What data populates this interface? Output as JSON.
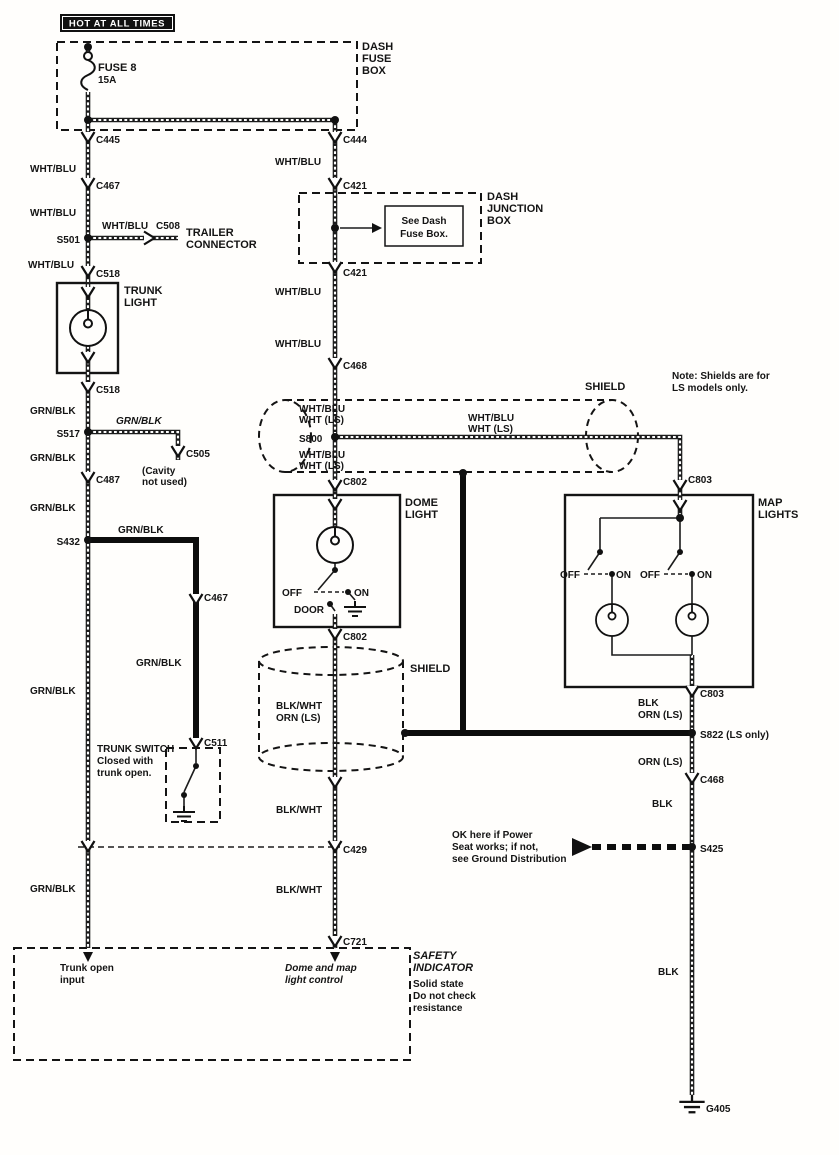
{
  "header": {
    "hot": "HOT AT ALL TIMES"
  },
  "fuse": {
    "name": "FUSE 8",
    "rating": "15A"
  },
  "boxes": {
    "fuse_box": {
      "l1": "DASH",
      "l2": "FUSE",
      "l3": "BOX"
    },
    "junction_box": {
      "l1": "DASH",
      "l2": "JUNCTION",
      "l3": "BOX",
      "see1": "See Dash",
      "see2": "Fuse Box."
    },
    "trunk_light": {
      "l1": "TRUNK",
      "l2": "LIGHT"
    },
    "dome_light": {
      "l1": "DOME",
      "l2": "LIGHT"
    },
    "map_lights": {
      "l1": "MAP",
      "l2": "LIGHTS"
    },
    "trunk_switch": {
      "l1": "TRUNK SWITCH",
      "l2": "Closed with",
      "l3": "trunk open."
    },
    "safety": {
      "t1": "SAFETY",
      "t2": "INDICATOR",
      "s1": "Solid state",
      "s2": "Do not check",
      "s3": "resistance",
      "in1": "Trunk open",
      "in2": "input",
      "in3": "Dome and map",
      "in4": "light control"
    }
  },
  "switch": {
    "off": "OFF",
    "on": "ON",
    "door": "DOOR"
  },
  "shield": {
    "label": "SHIELD"
  },
  "wires": {
    "wht_blu": "WHT/BLU",
    "wht_ls": "WHT (LS)",
    "grn_blk": "GRN/BLK",
    "blk_wht": "BLK/WHT",
    "orn_ls": "ORN (LS)",
    "blk": "BLK"
  },
  "connectors": {
    "c445": "C445",
    "c444": "C444",
    "c467": "C467",
    "c421": "C421",
    "c508": "C508",
    "c518": "C518",
    "c505": "C505",
    "c487": "C487",
    "c468": "C468",
    "c802": "C802",
    "c803": "C803",
    "c511": "C511",
    "c429": "C429",
    "c721": "C721"
  },
  "splices": {
    "s501": "S501",
    "s517": "S517",
    "s432": "S432",
    "s800": "S800",
    "s822": "S822 (LS only)",
    "s425": "S425"
  },
  "grounds": {
    "g405": "G405"
  },
  "components": {
    "trailer1": "TRAILER",
    "trailer2": "CONNECTOR",
    "cavity1": "(Cavity",
    "cavity2": "not used)"
  },
  "notes": {
    "shield1": "Note: Shields are for",
    "shield2": "LS models only.",
    "ok1": "OK here if Power",
    "ok2": "Seat works; if not,",
    "ok3": "see Ground Distribution"
  }
}
